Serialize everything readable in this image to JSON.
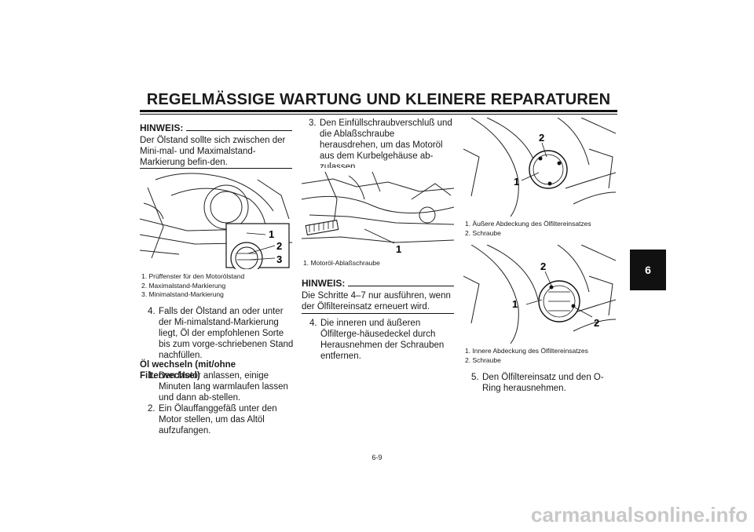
{
  "page": {
    "title": "REGELMÄSSIGE WARTUNG UND KLEINERE REPARATUREN",
    "chapter_number": "6",
    "page_number": "6-9",
    "watermark": "carmanualsonline.info"
  },
  "col1": {
    "note_heading": "HINWEIS:",
    "note_text": "Der Ölstand sollte sich zwischen der Mini-mal- und Maximalstand-Markierung befin-den.",
    "figure_callouts": [
      "1",
      "2",
      "3"
    ],
    "captions": [
      "1. Prüffenster für den Motorölstand",
      "2. Maximalstand-Markierung",
      "3. Minimalstand-Markierung"
    ],
    "step4_num": "4.",
    "step4_text": "Falls der Ölstand an oder unter der Mi-nimalstand-Markierung liegt, Öl der empfohlenen Sorte bis zum vorge-schriebenen Stand nachfüllen.",
    "subheading": "Öl wechseln (mit/ohne Filterwechsel)",
    "steps": [
      {
        "num": "1.",
        "text": "Den Motor anlassen, einige Minuten lang warmlaufen lassen und dann ab-stellen."
      },
      {
        "num": "2.",
        "text": "Ein Ölauffanggefäß unter den Motor stellen, um das Altöl aufzufangen."
      }
    ]
  },
  "col2": {
    "step3_num": "3.",
    "step3_text": "Den Einfüllschraubverschluß und die Ablaßschraube herausdrehen, um das Motoröl aus dem Kurbelgehäuse ab-zulassen.",
    "figure_callouts": [
      "1"
    ],
    "caption": "1. Motoröl-Ablaßschraube",
    "note_heading": "HINWEIS:",
    "note_text": "Die Schritte 4–7 nur ausführen, wenn der Ölfiltereinsatz erneuert wird.",
    "step4_num": "4.",
    "step4_text": "Die inneren und äußeren Ölfilterge-häusedeckel durch Herausnehmen der Schrauben entfernen."
  },
  "col3": {
    "fig1_callouts": [
      "2",
      "1"
    ],
    "fig1_captions": [
      "1. Äußere Abdeckung des Ölfiltereinsatzes",
      "2. Schraube"
    ],
    "fig2_callouts": [
      "2",
      "1",
      "2"
    ],
    "fig2_captions": [
      "1. Innere Abdeckung des Ölfiltereinsatzes",
      "2. Schraube"
    ],
    "step5_num": "5.",
    "step5_text": "Den Ölfiltereinsatz und den O-Ring herausnehmen."
  }
}
